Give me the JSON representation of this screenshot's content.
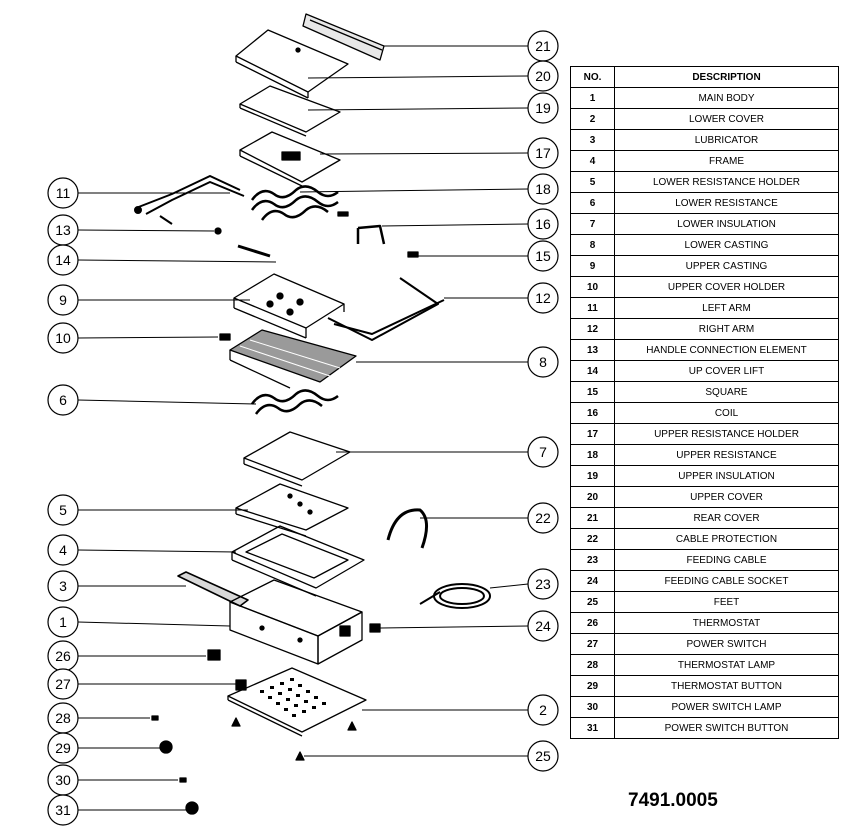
{
  "table": {
    "headers": {
      "no": "NO.",
      "description": "DESCRIPTION"
    },
    "rows": [
      {
        "no": "1",
        "description": "MAIN BODY"
      },
      {
        "no": "2",
        "description": "LOWER COVER"
      },
      {
        "no": "3",
        "description": "LUBRICATOR"
      },
      {
        "no": "4",
        "description": "FRAME"
      },
      {
        "no": "5",
        "description": "LOWER RESISTANCE HOLDER"
      },
      {
        "no": "6",
        "description": "LOWER RESISTANCE"
      },
      {
        "no": "7",
        "description": "LOWER INSULATION"
      },
      {
        "no": "8",
        "description": "LOWER CASTING"
      },
      {
        "no": "9",
        "description": "UPPER CASTING"
      },
      {
        "no": "10",
        "description": "UPPER COVER HOLDER"
      },
      {
        "no": "11",
        "description": "LEFT ARM"
      },
      {
        "no": "12",
        "description": "RIGHT ARM"
      },
      {
        "no": "13",
        "description": "HANDLE CONNECTION ELEMENT"
      },
      {
        "no": "14",
        "description": "UP COVER LIFT"
      },
      {
        "no": "15",
        "description": "SQUARE"
      },
      {
        "no": "16",
        "description": "COIL"
      },
      {
        "no": "17",
        "description": "UPPER RESISTANCE HOLDER"
      },
      {
        "no": "18",
        "description": "UPPER RESISTANCE"
      },
      {
        "no": "19",
        "description": "UPPER INSULATION"
      },
      {
        "no": "20",
        "description": "UPPER COVER"
      },
      {
        "no": "21",
        "description": "REAR COVER"
      },
      {
        "no": "22",
        "description": "CABLE PROTECTION"
      },
      {
        "no": "23",
        "description": "FEEDING CABLE"
      },
      {
        "no": "24",
        "description": "FEEDING CABLE SOCKET"
      },
      {
        "no": "25",
        "description": "FEET"
      },
      {
        "no": "26",
        "description": "THERMOSTAT"
      },
      {
        "no": "27",
        "description": "POWER SWITCH"
      },
      {
        "no": "28",
        "description": "THERMOSTAT LAMP"
      },
      {
        "no": "29",
        "description": "THERMOSTAT BUTTON"
      },
      {
        "no": "30",
        "description": "POWER SWITCH LAMP"
      },
      {
        "no": "31",
        "description": "POWER SWITCH BUTTON"
      }
    ]
  },
  "callouts": {
    "c1": "1",
    "c2": "2",
    "c3": "3",
    "c4": "4",
    "c5": "5",
    "c6": "6",
    "c7": "7",
    "c8": "8",
    "c9": "9",
    "c10": "10",
    "c11": "11",
    "c12": "12",
    "c13": "13",
    "c14": "14",
    "c15": "15",
    "c16": "16",
    "c17": "17",
    "c18": "18",
    "c19": "19",
    "c20": "20",
    "c21": "21",
    "c22": "22",
    "c23": "23",
    "c24": "24",
    "c25": "25",
    "c26": "26",
    "c27": "27",
    "c28": "28",
    "c29": "29",
    "c30": "30",
    "c31": "31"
  },
  "model_code": "7491.0005"
}
